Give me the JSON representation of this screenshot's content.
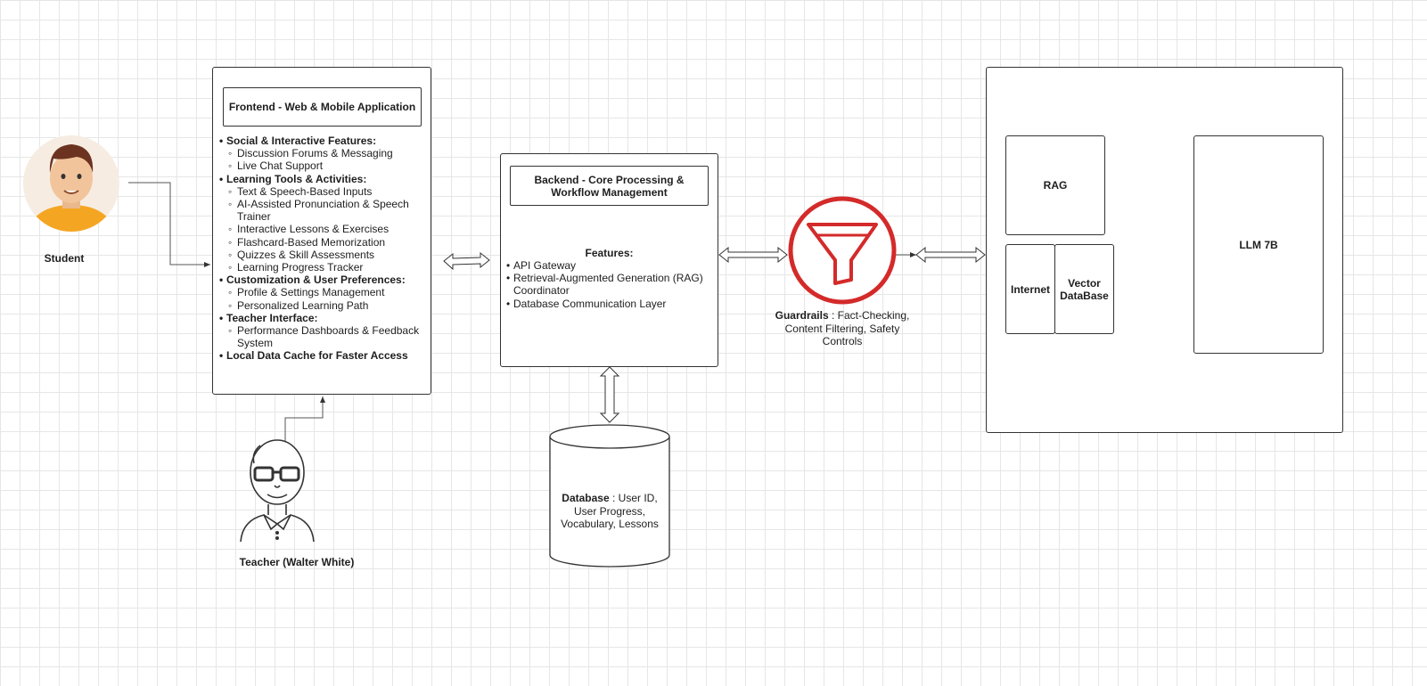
{
  "actors": {
    "student": {
      "label": "Student"
    },
    "teacher": {
      "label": "Teacher (Walter White)"
    }
  },
  "frontend": {
    "title": "Frontend - Web & Mobile Application",
    "sections": [
      {
        "heading": "Social & Interactive Features:",
        "items": [
          "Discussion Forums & Messaging",
          "Live Chat Support"
        ]
      },
      {
        "heading": "Learning Tools & Activities:",
        "items": [
          "Text & Speech-Based Inputs",
          "AI-Assisted Pronunciation & Speech Trainer",
          "Interactive Lessons & Exercises",
          "Flashcard-Based Memorization",
          "Quizzes & Skill Assessments",
          "Learning Progress Tracker"
        ]
      },
      {
        "heading": "Customization & User Preferences:",
        "items": [
          "Profile & Settings Management",
          "Personalized Learning Path"
        ]
      },
      {
        "heading": "Teacher Interface:",
        "items": [
          "Performance Dashboards & Feedback System"
        ]
      },
      {
        "heading": "Local Data Cache for Faster Access",
        "items": []
      }
    ]
  },
  "backend": {
    "title": "Backend - Core Processing & Workflow Management",
    "features_heading": "Features:",
    "features": [
      "API Gateway",
      "Retrieval-Augmented Generation (RAG) Coordinator",
      "Database Communication Layer"
    ]
  },
  "database": {
    "label_bold": "Database",
    "label_rest": " : User ID, User Progress, Vocabulary, Lessons"
  },
  "guardrails": {
    "label_bold": "Guardrails",
    "label_rest": " : Fact-Checking, Content Filtering, Safety Controls",
    "icon_color": "#d42a2a"
  },
  "ai_system": {
    "rag": "RAG",
    "internet": "Internet",
    "vector_db": "Vector DataBase",
    "llm": "LLM 7B"
  }
}
